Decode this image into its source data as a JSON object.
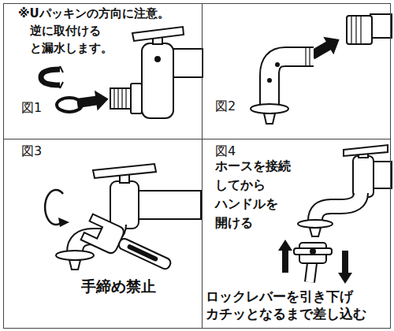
{
  "diagram": {
    "nodes": [
      {
        "text": [
          "※Uパッキンの方向に注意。 逆に取付ける と漏水します。",
          "図1"
        ]
      },
      {
        "text": [
          "図2"
        ]
      },
      {
        "text": [
          "図3",
          "手締め禁止"
        ]
      },
      {
        "text": [
          "図4",
          "ホースを接続 してから ハンドルを 開ける",
          "ロックレバーを引き下げ カチッとなるまで差し込む"
        ]
      }
    ]
  }
}
